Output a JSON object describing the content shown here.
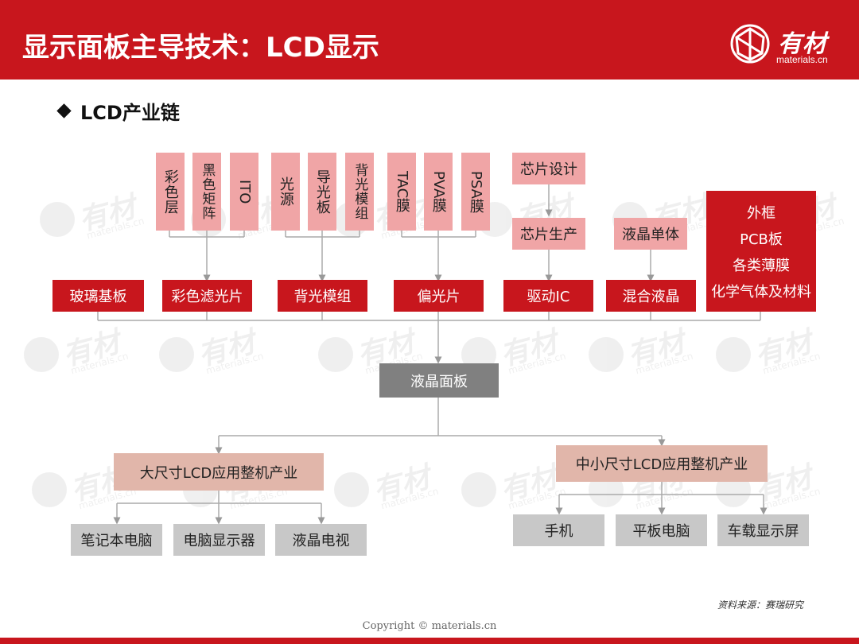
{
  "header": {
    "title": "显示面板主导技术：LCD显示",
    "logo_cn": "有材",
    "logo_en": "materials.cn",
    "color": "#c8161d"
  },
  "section_title": "LCD产业链",
  "watermark": {
    "cn": "有材",
    "en": "materials.cn"
  },
  "upstream": {
    "color_filter_parts": [
      "彩色层",
      "黑色矩阵",
      "ITO"
    ],
    "backlight_parts": [
      "光源",
      "导光板",
      "背光模组"
    ],
    "polarizer_parts": [
      "TAC膜",
      "PVA膜",
      "PSA膜"
    ],
    "chip_design": "芯片设计",
    "chip_production": "芯片生产",
    "lc_monomer": "液晶单体",
    "others": [
      "外框",
      "PCB板",
      "各类薄膜",
      "化学气体及材料"
    ]
  },
  "materials": [
    "玻璃基板",
    "彩色滤光片",
    "背光模组",
    "偏光片",
    "驱动IC",
    "混合液晶"
  ],
  "panel": "液晶面板",
  "large_size": {
    "title": "大尺寸LCD应用整机产业",
    "items": [
      "笔记本电脑",
      "电脑显示器",
      "液晶电视"
    ]
  },
  "small_size": {
    "title": "中小尺寸LCD应用整机产业",
    "items": [
      "手机",
      "平板电脑",
      "车载显示屏"
    ]
  },
  "source": "资料来源：赛瑞研究",
  "copyright": "Copyright © materials.cn",
  "colors": {
    "pink": "#f0a5a6",
    "red": "#c8161d",
    "gray": "#808080",
    "tan": "#e1b6aa",
    "light_gray": "#c8c8c8"
  }
}
